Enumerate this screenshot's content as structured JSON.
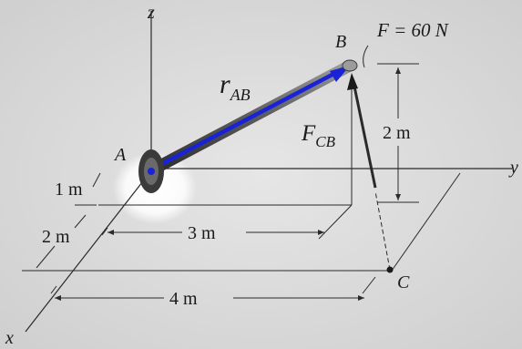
{
  "labels": {
    "z": "z",
    "x": "x",
    "y": "y",
    "A": "A",
    "B": "B",
    "C": "C",
    "force_value": "F = 60 N",
    "r_main": "r",
    "r_sub": "AB",
    "f_main": "F",
    "f_sub": "CB"
  },
  "dimensions": {
    "d_2m_vertical": "2 m",
    "d_1m": "1 m",
    "d_2m": "2 m",
    "d_3m": "3 m",
    "d_4m": "4 m"
  },
  "colors": {
    "background_gray": "#dcdcdc",
    "rod_blue": "#1a22d6",
    "rod_gray": "#6e6e6e",
    "line_dark": "#2a2a2a"
  }
}
